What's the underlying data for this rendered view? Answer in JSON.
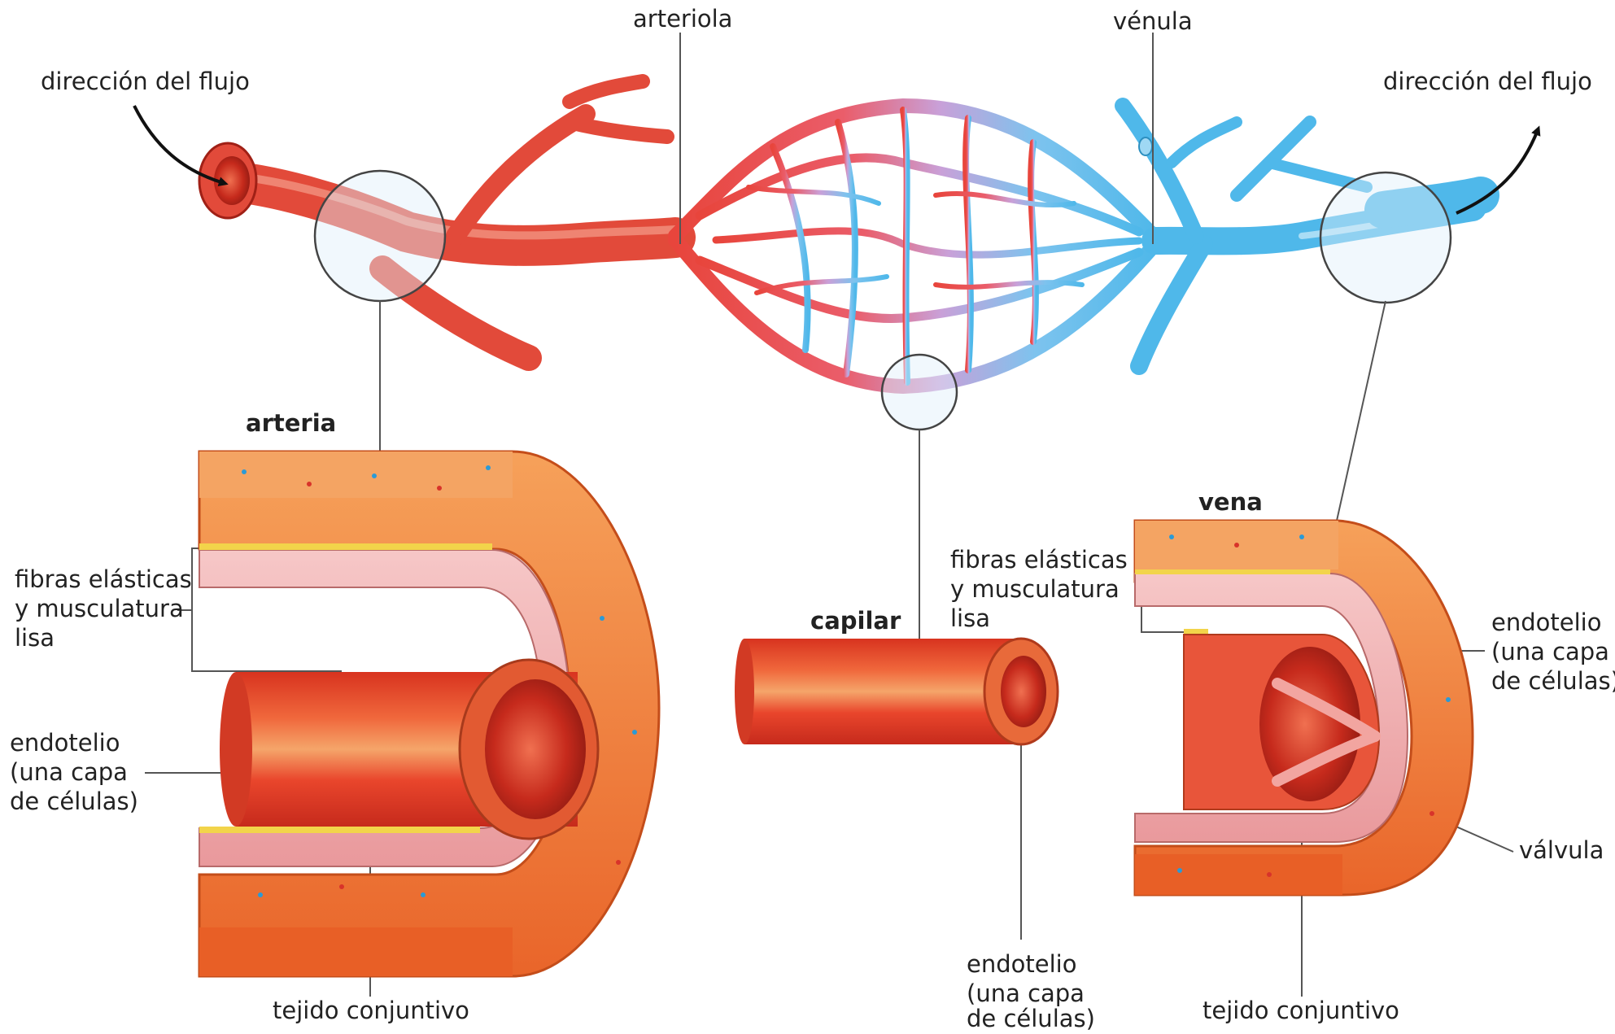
{
  "labels": {
    "flow_in": "dirección del flujo",
    "flow_out": "dirección del flujo",
    "arteriole": "arteriola",
    "venule": "vénula",
    "artery_title": "arteria",
    "capillary_title": "capilar",
    "vein_title": "vena",
    "elastic_left_1": "fibras elásticas",
    "elastic_left_2": "y musculatura",
    "elastic_left_3": "lisa",
    "endo_left_1": "endotelio",
    "endo_left_2": "(una capa",
    "endo_left_3": "de células)",
    "connective_left": "tejido conjuntivo",
    "elastic_mid_1": "fibras elásticas",
    "elastic_mid_2": "y musculatura",
    "elastic_mid_3": "lisa",
    "endo_mid_1": "endotelio",
    "endo_mid_2": "(una capa",
    "endo_mid_3": "de células)",
    "endo_right_1": "endotelio",
    "endo_right_2": "(una capa",
    "endo_right_3": "de células)",
    "valve": "válvula",
    "connective_right": "tejido conjuntivo"
  },
  "colors": {
    "artery": "#e8453c",
    "vein": "#4fb8ea",
    "tissue_orange": "#f07a3a",
    "elastic_pink": "#f2b3b5",
    "endothelium_red": "#e83a2a",
    "yellow_layer": "#f2d44a"
  }
}
